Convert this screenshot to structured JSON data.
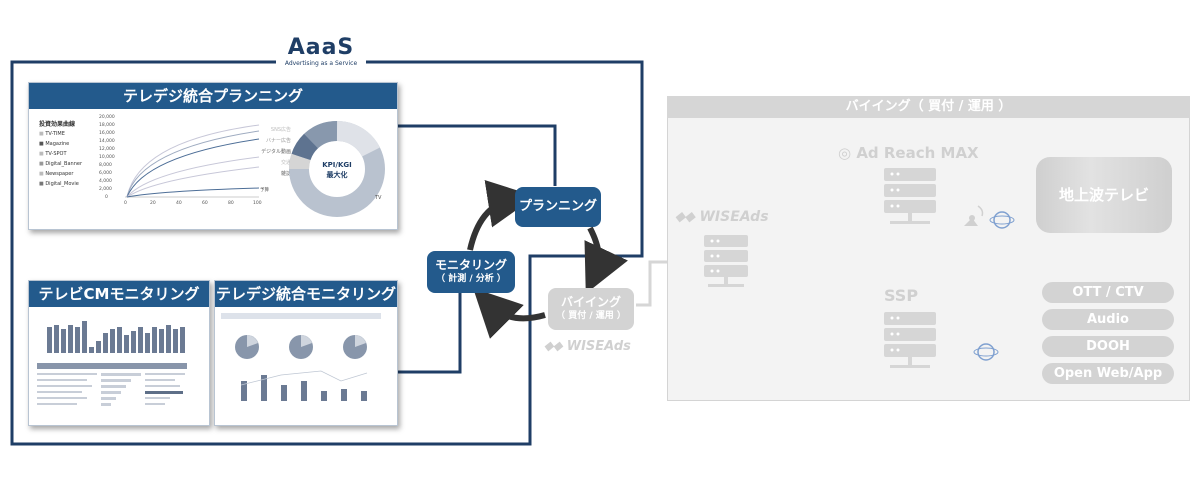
{
  "logo": {
    "name": "AaaS",
    "tagline": "Advertising as a Service"
  },
  "panels": {
    "planning": {
      "title": "テレデジ統合プランニング"
    },
    "tvcm": {
      "title": "テレビCMモニタリング"
    },
    "integrated": {
      "title": "テレデジ統合モニタリング"
    }
  },
  "planning_chart": {
    "legend_title": "投資効果曲線",
    "legend": [
      "TV-TIME",
      "Magazine",
      "TV-SPOT",
      "Digital_Banner",
      "Newspaper",
      "Digital_Movie"
    ],
    "y_ticks": [
      "20,000",
      "18,000",
      "16,000",
      "14,000",
      "12,000",
      "10,000",
      "8,000",
      "6,000",
      "4,000",
      "2,000",
      "0"
    ],
    "x_ticks": [
      "0",
      "20",
      "40",
      "60",
      "80",
      "100"
    ],
    "x_unit": "予算",
    "donut_labels": [
      "SNS広告",
      "バナー広告",
      "デジタル動画",
      "交通",
      "雑誌"
    ],
    "donut_center": "KPI/KGI",
    "donut_center2": "最大化",
    "donut_tv": "TV"
  },
  "cycle": {
    "planning": "プランニング",
    "monitoring": "モニタリング",
    "monitoring_sub": "（ 計測 / 分析 ）",
    "buying": "バイイング",
    "buying_sub": "（ 買付 / 運用 ）",
    "wise_brand": "WISEAds"
  },
  "buying_section": {
    "header": "バイイング（ 買付 / 運用 ）",
    "wise_brand": "WISEAds",
    "ad_reach": "Ad Reach MAX",
    "ssp": "SSP",
    "terrestrial": "地上波テレビ",
    "outputs": [
      "OTT / CTV",
      "Audio",
      "DOOH",
      "Open Web/App"
    ]
  },
  "colors": {
    "navy": "#235a8c",
    "dark": "#1f3e66",
    "grey": "#d3d3d3"
  }
}
